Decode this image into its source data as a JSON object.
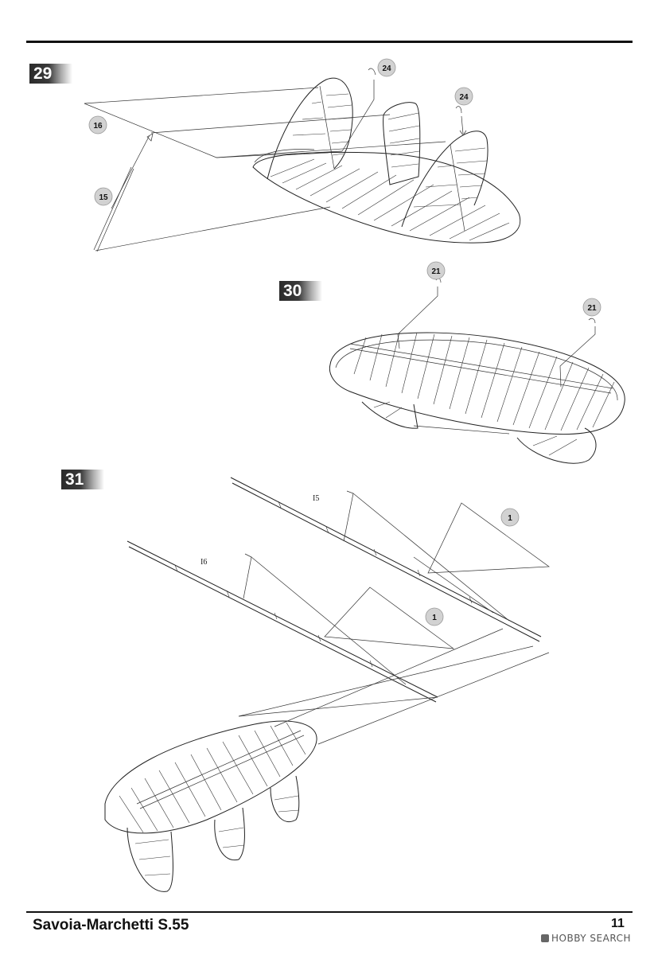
{
  "steps": [
    {
      "number": "29",
      "callouts": [
        "24",
        "24",
        "16",
        "15"
      ]
    },
    {
      "number": "30",
      "callouts": [
        "21",
        "21"
      ]
    },
    {
      "number": "31",
      "callouts": [
        "1",
        "1"
      ],
      "part_labels": [
        "I5",
        "I6"
      ]
    }
  ],
  "footer": {
    "title": "Savoia-Marchetti S.55",
    "page_number": "11"
  },
  "watermark": {
    "text": "HOBBY SEARCH"
  }
}
